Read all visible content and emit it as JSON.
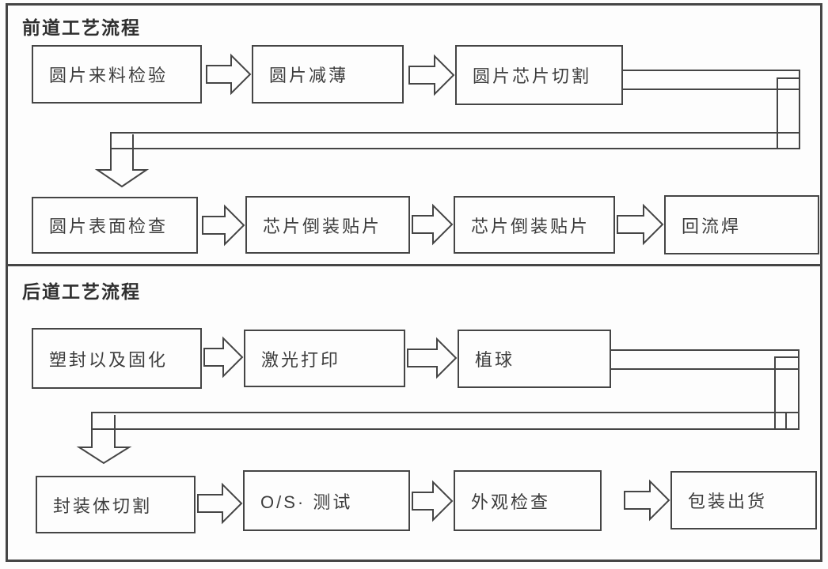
{
  "diagram": {
    "sections": [
      {
        "title": "前道工艺流程",
        "rows": [
          {
            "boxes": [
              "圆片来料检验",
              "圆片减薄",
              "圆片芯片切割"
            ]
          },
          {
            "boxes": [
              "圆片表面检查",
              "芯片倒装贴片",
              "芯片倒装贴片",
              "回流焊"
            ]
          }
        ]
      },
      {
        "title": "后道工艺流程",
        "rows": [
          {
            "boxes": [
              "塑封以及固化",
              "激光打印",
              "植球"
            ]
          },
          {
            "boxes": [
              "封装体切割",
              "O/S· 测试",
              "外观检查",
              "包装出货"
            ]
          }
        ]
      }
    ],
    "colors": {
      "line": "#454545",
      "text": "#3d3d3d",
      "background": "#fdfdfd"
    }
  }
}
